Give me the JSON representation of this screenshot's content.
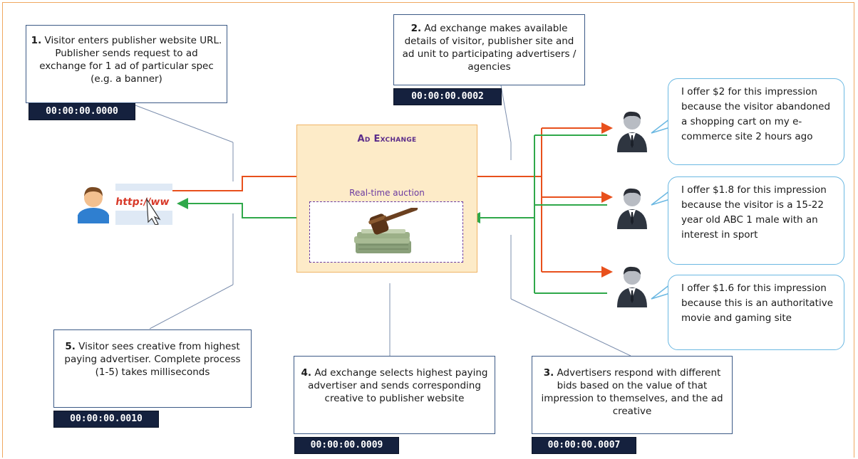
{
  "exchange": {
    "title": "Ad Exchange",
    "auction_label": "Real-time auction"
  },
  "steps": [
    {
      "num": "1.",
      "text": "Visitor enters publisher website URL. Publisher sends request to ad exchange for 1 ad of particular spec (e.g. a banner)",
      "timer": "00:00:00.0000"
    },
    {
      "num": "2.",
      "text": "Ad exchange makes available details of visitor, publisher site and ad unit to participating advertisers / agencies",
      "timer": "00:00:00.0002"
    },
    {
      "num": "3.",
      "text": "Advertisers respond with different bids based on the value of that impression to themselves, and the ad creative",
      "timer": "00:00:00.0007"
    },
    {
      "num": "4.",
      "text": "Ad exchange selects highest paying advertiser and sends corresponding creative to publisher website",
      "timer": "00:00:00.0009"
    },
    {
      "num": "5.",
      "text": "Visitor sees creative from highest paying advertiser. Complete process (1-5) takes milliseconds",
      "timer": "00:00:00.0010"
    }
  ],
  "bids": [
    "I offer $2 for this impression because the visitor abandoned  a shopping cart on my e-commerce site 2 hours ago",
    "I offer $1.8 for this impression because the visitor is a 15-22 year old ABC 1 male with an interest in sport",
    "I offer $1.6 for this impression because this is an authoritative movie and gaming site"
  ],
  "browser_url_text": "http://ww",
  "colors": {
    "request_arrow": "#e8501c",
    "response_arrow": "#2fa84a",
    "box_border": "#3c5a86",
    "timer_bg": "#15213e",
    "bubble_border": "#6bb8e2",
    "exchange_bg": "#fdebc8",
    "exchange_title": "#5b2c8a"
  },
  "icons": [
    "visitor-icon",
    "browser-url-icon",
    "gavel-money-icon",
    "advertiser-icon"
  ]
}
